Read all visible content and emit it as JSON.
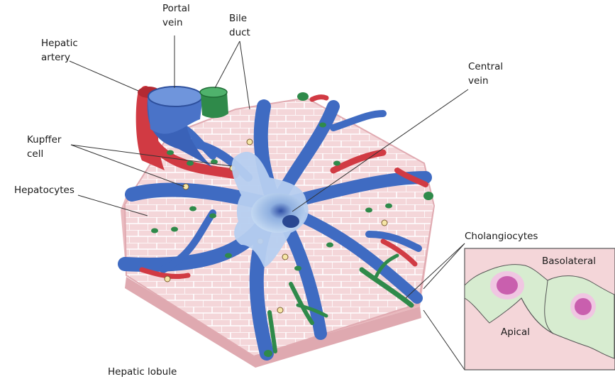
{
  "labels": {
    "portal_vein": [
      "Portal",
      "vein"
    ],
    "bile_duct": [
      "Bile",
      "duct"
    ],
    "hepatic_artery": [
      "Hepatic",
      "artery"
    ],
    "central_vein": [
      "Central",
      "vein"
    ],
    "kupffer_cell": [
      "Kupffer",
      "cell"
    ],
    "hepatocytes": "Hepatocytes",
    "cholangiocytes": "Cholangiocytes",
    "basolateral": "Basolateral",
    "apical": "Apical",
    "hepatic_lobule": "Hepatic lobule"
  },
  "colors": {
    "portal_vein": "#3f6bc2",
    "bile_duct": "#2f8a4a",
    "hepatic_artery": "#d13a43",
    "hepatocyte_fill": "#f4d6d9",
    "central_vein": "#c7dcf3",
    "cholangiocyte_fill": "#d7ecd0",
    "nucleus": "#c95fae"
  }
}
